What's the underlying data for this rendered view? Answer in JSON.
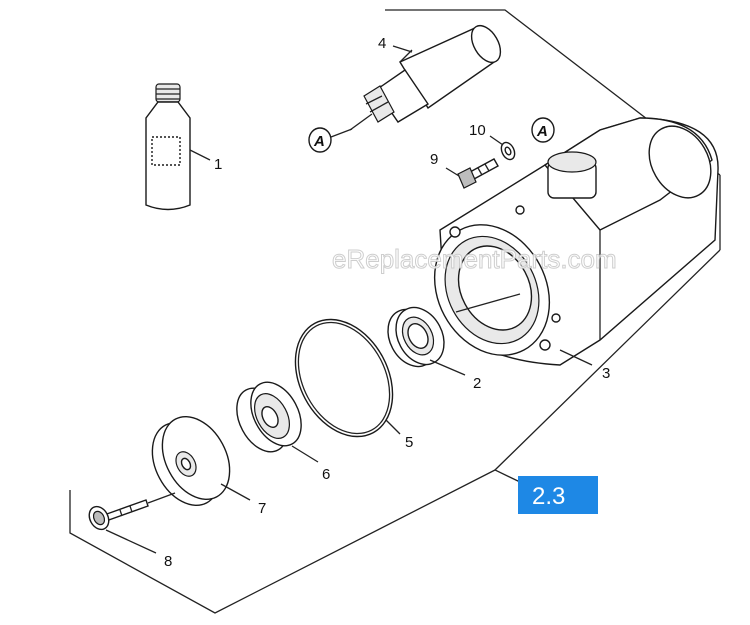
{
  "watermark": "eReplacementParts.com",
  "assembly_badge": {
    "label": "2.3",
    "color": "#1e88e5"
  },
  "reference_mark": "A",
  "callouts": [
    {
      "id": "part-1",
      "label": "1"
    },
    {
      "id": "part-2",
      "label": "2"
    },
    {
      "id": "part-3",
      "label": "3"
    },
    {
      "id": "part-4",
      "label": "4"
    },
    {
      "id": "part-5",
      "label": "5"
    },
    {
      "id": "part-6",
      "label": "6"
    },
    {
      "id": "part-7",
      "label": "7"
    },
    {
      "id": "part-8",
      "label": "8"
    },
    {
      "id": "part-9",
      "label": "9"
    },
    {
      "id": "part-10",
      "label": "10"
    }
  ]
}
